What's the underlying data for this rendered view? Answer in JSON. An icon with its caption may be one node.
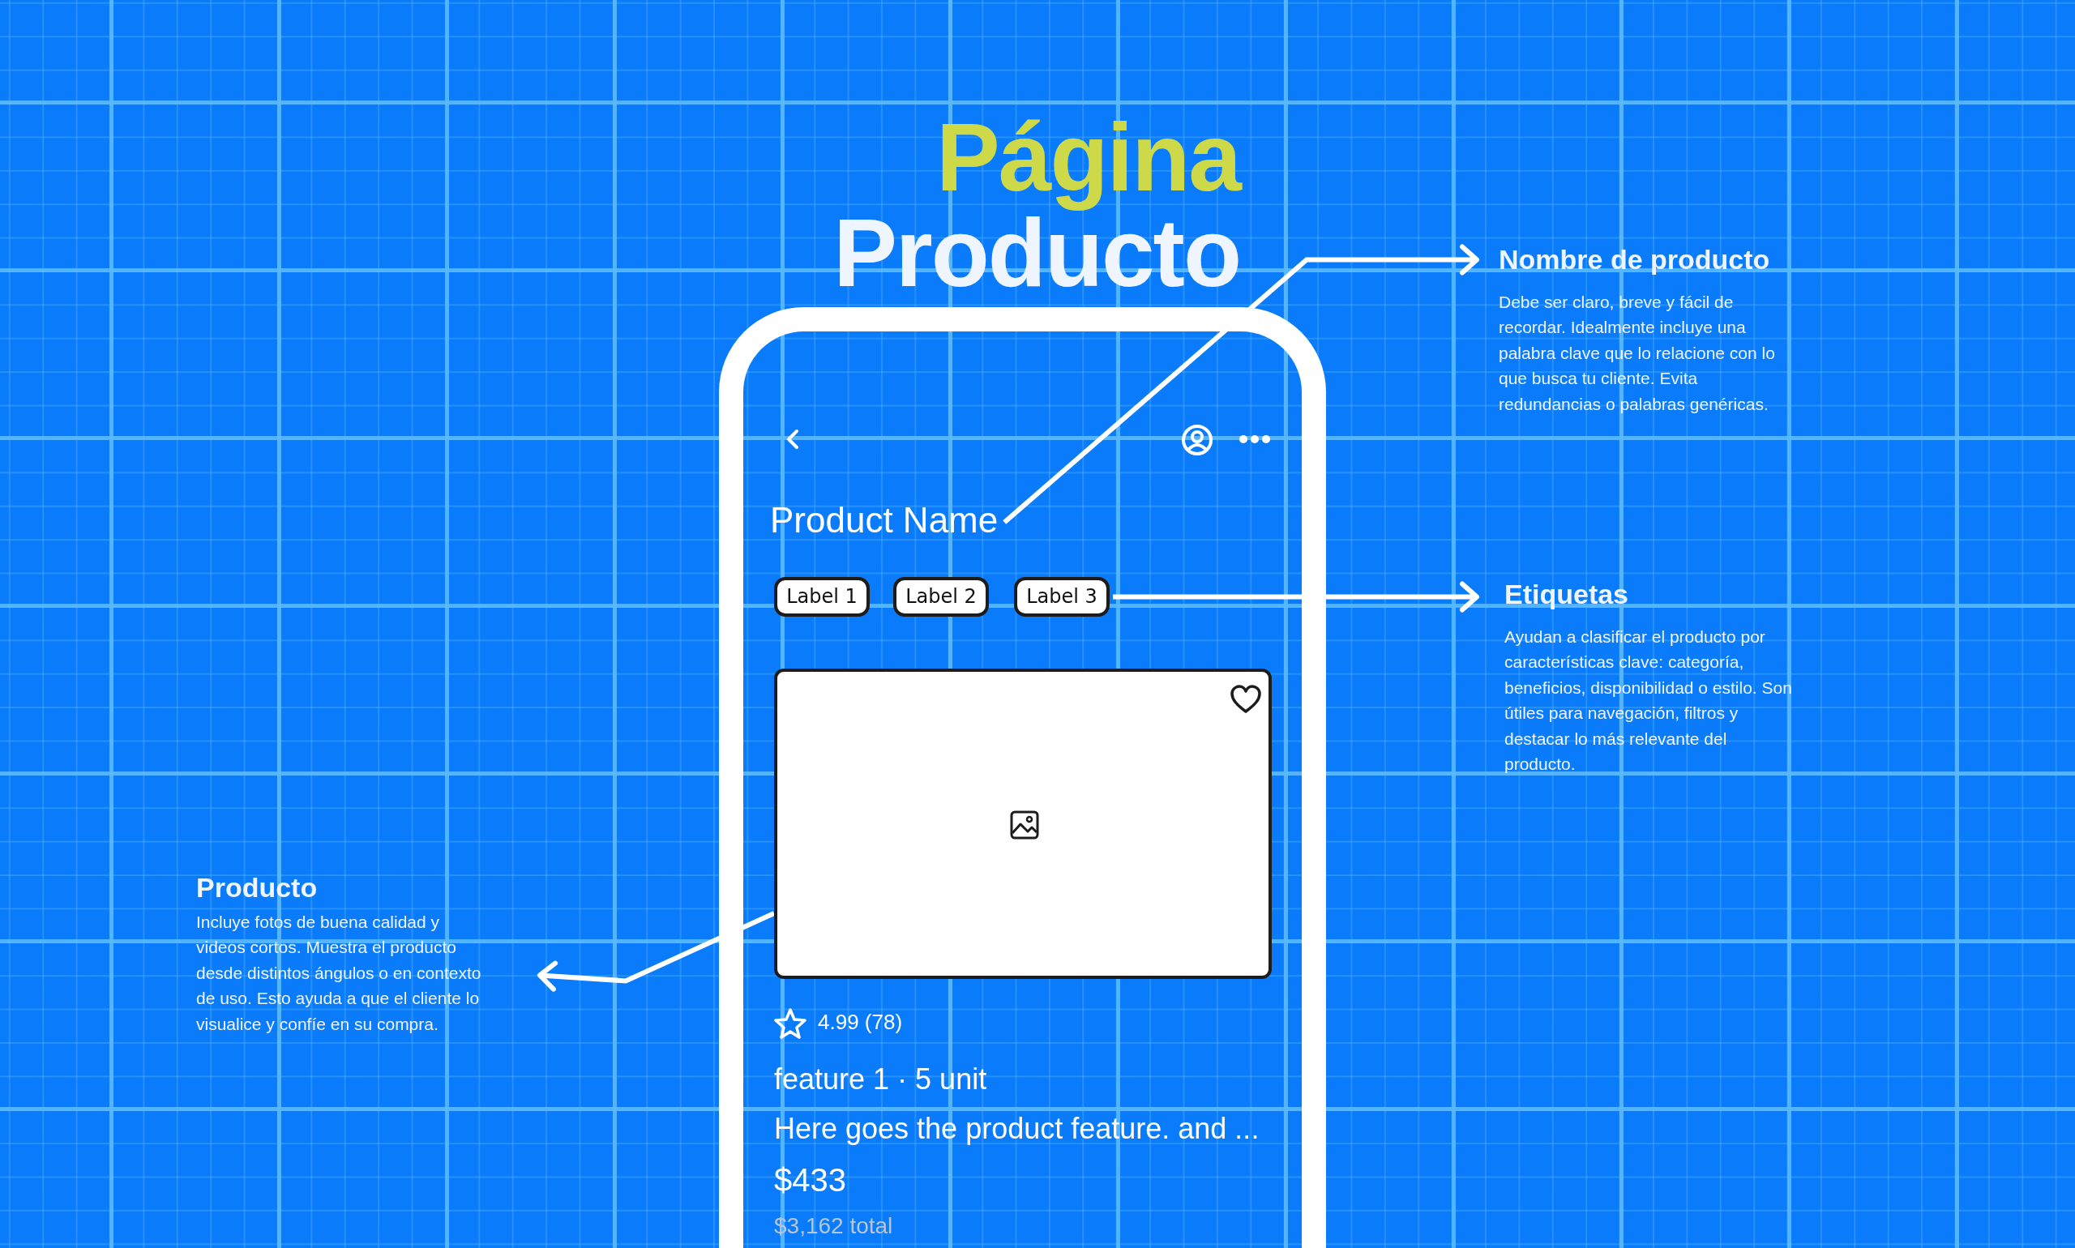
{
  "diagram": {
    "title": "Página Producto",
    "nodes": [
      {
        "text": [],
        "shape": "box"
      },
      {
        "text": [
          "Product Name"
        ],
        "in": 0
      },
      {
        "text": [
          "Label 1"
        ],
        "in": 0
      },
      {
        "text": [
          "Label 2"
        ],
        "in": 0
      },
      {
        "text": [
          "Label 3"
        ],
        "in": 0
      },
      {
        "text": [],
        "shape": "picture",
        "in": 0
      },
      {
        "text": [
          "Nombre de producto",
          "Debe ser claro, breve y fácil de recordar. Idealmente incluye una palabra clave que lo relacione con lo que busca tu cliente. Evita redundancias o palabras genéricas."
        ]
      },
      {
        "text": [
          "Etiquetas",
          "Ayudan a clasificar el producto por características clave: categoría, beneficios, disponibilidad o estilo. Son útiles para navegación, filtros y destacar lo más relevante del producto."
        ]
      },
      {
        "text": [
          "Producto",
          "Incluye fotos de buena calidad y videos cortos. Muestra el producto desde distintos ángulos o en contexto de uso. Esto ayuda a que el cliente lo visualice y confíe en su compra."
        ]
      }
    ],
    "edges": [
      {
        "from": 1,
        "to": 6,
        "arrow": "to"
      },
      {
        "from": 4,
        "to": 7,
        "arrow": "to"
      },
      {
        "from": 5,
        "to": 8,
        "arrow": "to"
      }
    ],
    "labels": [
      "4.99 (78)",
      "feature 1 · 5 unit",
      "Here goes the product feature. and ...",
      "$433",
      "$3,162 total"
    ]
  }
}
